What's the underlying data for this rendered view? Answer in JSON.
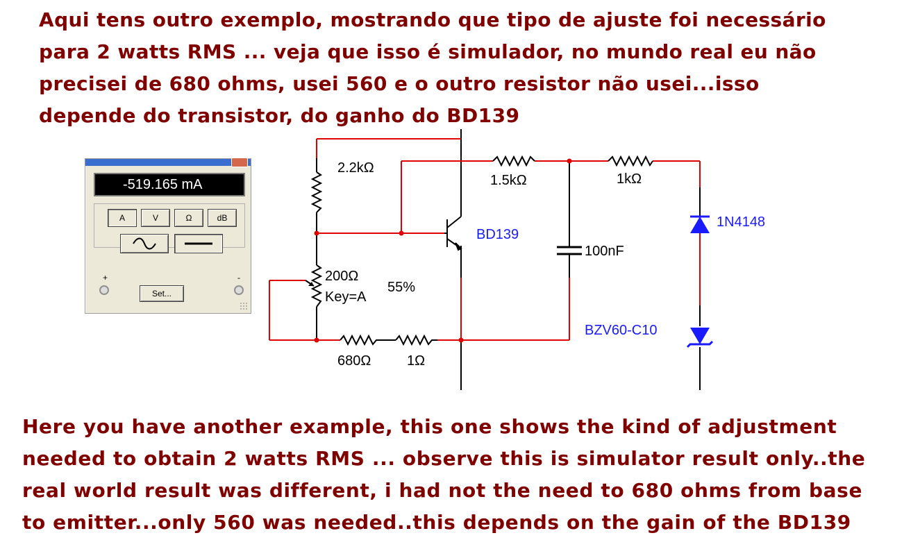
{
  "text_pt": {
    "line1": "Aqui tens outro exemplo, mostrando que tipo de ajuste foi necessário",
    "line2": "para 2 watts RMS ... veja que isso é simulador, no mundo real eu não",
    "line3": "precisei de 680 ohms, usei 560 e o outro resistor não usei...isso",
    "line4": "depende do transistor, do ganho do BD139"
  },
  "text_en": {
    "line1": "Here you have another example, this one shows the kind of adjustment",
    "line2": "needed to obtain 2 watts RMS ... observe this is simulator result only..the",
    "line3": "real world result was different, i had not the need to 680 ohms from base",
    "line4": "to emitter...only 560 was needed..this depends on the gain of the BD139"
  },
  "multimeter": {
    "reading": "-519.165 mA",
    "buttons": [
      "A",
      "V",
      "Ω",
      "dB"
    ],
    "set_label": "Set...",
    "pos_label": "+",
    "neg_label": "-"
  },
  "components": {
    "r1": "2.2kΩ",
    "r2": "1.5kΩ",
    "r3": "1kΩ",
    "transistor": "BD139",
    "diode1": "1N4148",
    "capacitor": "100nF",
    "pot_value": "200Ω",
    "pot_key": "Key=A",
    "pot_setting": "55%",
    "zener": "BZV60-C10",
    "r4": "680Ω",
    "r5": "1Ω"
  },
  "colors": {
    "text": "#800000",
    "wire_red": "#e00000",
    "wire_black": "#000000",
    "component_blue": "#1a1aff"
  }
}
